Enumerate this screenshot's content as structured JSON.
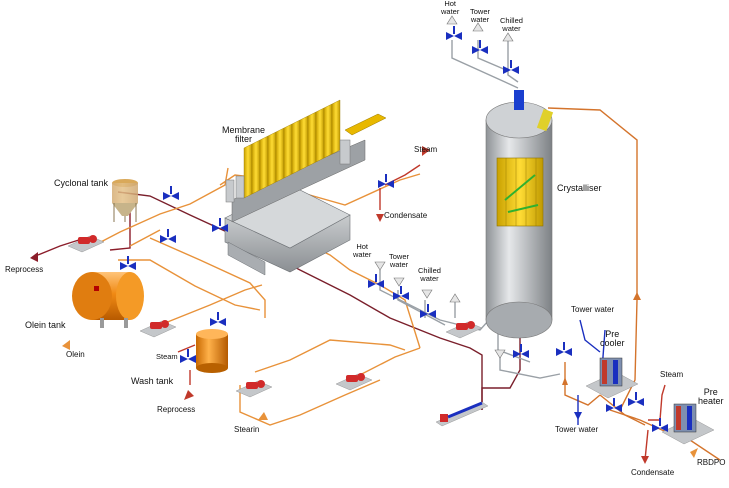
{
  "labels": {
    "membrane_filter_1": "Membrane",
    "membrane_filter_2": "filter",
    "cyclonal_tank": "Cyclonal tank",
    "reprocess_left": "Reprocess",
    "olein_tank": "Olein tank",
    "olein": "Olein",
    "steam_small": "Steam",
    "wash_tank": "Wash tank",
    "reprocess_bottom": "Reprocess",
    "stearin": "Stearin",
    "steam_top": "Steam",
    "condensate_mid": "Condensate",
    "hot_water_mid_1": "Hot",
    "hot_water_mid_2": "water",
    "tower_water_mid_1": "Tower",
    "tower_water_mid_2": "water",
    "chilled_water_mid_1": "Chilled",
    "chilled_water_mid_2": "water",
    "hot_water_top_1": "Hot",
    "hot_water_top_2": "water",
    "tower_water_top_1": "Tower",
    "tower_water_top_2": "water",
    "chilled_water_top_1": "Chilled",
    "chilled_water_top_2": "water",
    "crystalliser": "Crystalliser",
    "tower_water_right_top": "Tower water",
    "pre_cooler_1": "Pre",
    "pre_cooler_2": "cooler",
    "tower_water_right_bottom": "Tower water",
    "steam_right": "Steam",
    "pre_heater_1": "Pre",
    "pre_heater_2": "heater",
    "rbdpo": "RBDPO",
    "condensate_right": "Condensate"
  },
  "colors": {
    "orange_pipe": "#e8923a",
    "maroon_pipe": "#7a1f2b",
    "red_pipe": "#c0392b",
    "grey_pipe": "#9aa0a6",
    "tank_orange": "#f08a14",
    "tank_grey": "#b8bcc0",
    "filter_yellow": "#f2c300",
    "valve_blue": "#1a2fbf",
    "pump_red": "#d12a2a"
  },
  "icons": {
    "valve": "valve-icon",
    "pump": "pump-icon",
    "arrow": "flow-arrow-icon"
  }
}
